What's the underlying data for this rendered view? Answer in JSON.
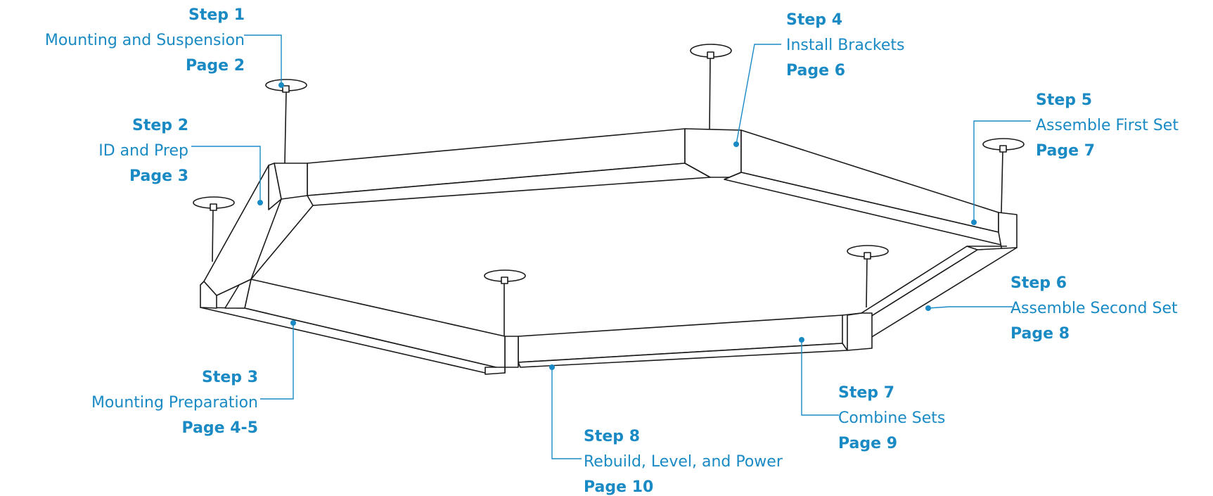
{
  "steps": [
    {
      "title": "Step 1",
      "desc": "Mounting and Suspension",
      "page": "Page 2"
    },
    {
      "title": "Step 2",
      "desc": "ID and Prep",
      "page": "Page 3"
    },
    {
      "title": "Step 3",
      "desc": "Mounting Preparation",
      "page": "Page 4-5"
    },
    {
      "title": "Step 4",
      "desc": "Install Brackets",
      "page": "Page 6"
    },
    {
      "title": "Step 5",
      "desc": "Assemble First Set",
      "page": "Page 7"
    },
    {
      "title": "Step 6",
      "desc": "Assemble Second Set",
      "page": "Page 8"
    },
    {
      "title": "Step 7",
      "desc": "Combine Sets",
      "page": "Page 9"
    },
    {
      "title": "Step 8",
      "desc": "Rebuild, Level, and Power",
      "page": "Page 10"
    }
  ],
  "colors": {
    "accent": "#1a8ac4",
    "line": "#1a1a1a"
  }
}
